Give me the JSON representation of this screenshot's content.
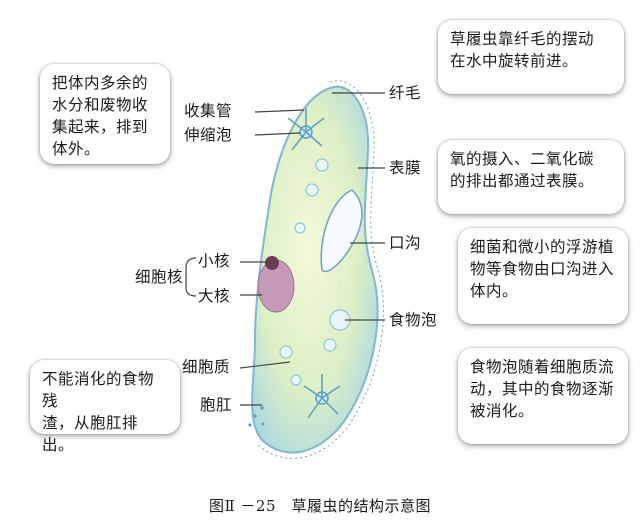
{
  "diagram": {
    "labels": {
      "collecting_canal": "收集管",
      "contractile_vacuole": "伸缩泡",
      "cilia": "纤毛",
      "pellicle": "表膜",
      "oral_groove": "口沟",
      "nucleus_group": "细胞核",
      "micronucleus": "小核",
      "macronucleus": "大核",
      "food_vacuole": "食物泡",
      "cytoplasm": "细胞质",
      "anal_pore": "胞肛"
    },
    "bubbles": {
      "top_left": "把体内多余的\n水分和废物收\n集起来，排到\n体外。",
      "top_right": "草履虫靠纤毛的摆动\n在水中旋转前进。",
      "mid_right": "氧的摄入、二氧化碳\n的排出都通过表膜。",
      "lower_right": "细菌和微小的浮游植\n物等食物由口沟进入\n体内。",
      "bottom_right": "食物泡随着细胞质流\n动，其中的食物逐渐\n被消化。",
      "bottom_left": "不能消化的食物残\n渣，从胞肛排出。"
    },
    "caption": "图Ⅱ －25　草履虫的结构示意图"
  },
  "colors": {
    "body_fill": "#dff1c6",
    "body_outline": "#7fb8cf",
    "nucleus": "#c59ab8",
    "vacuole": "#8fc6dd",
    "leader_line": "#444444"
  }
}
